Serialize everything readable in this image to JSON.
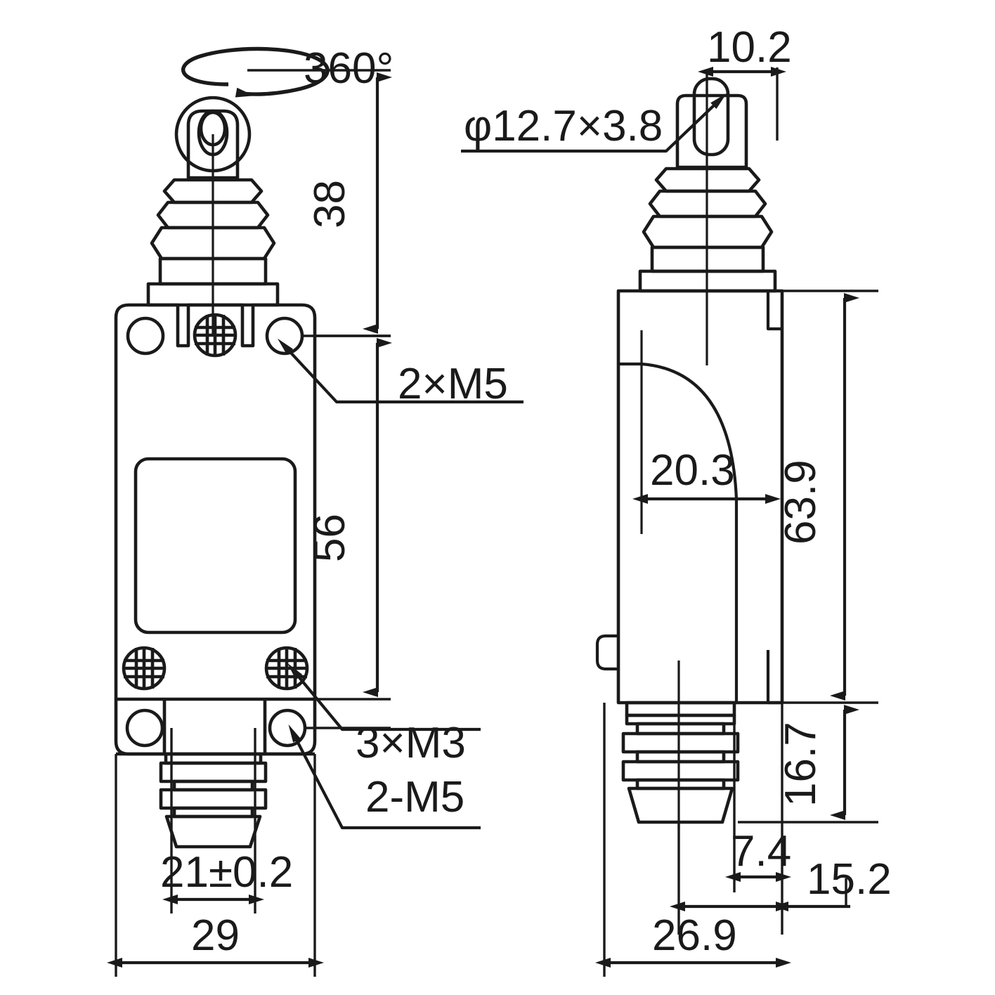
{
  "drawing": {
    "title": "Limit switch outline dimension drawing",
    "units": "mm",
    "line_color": "#1a1a1a",
    "background_color": "#ffffff",
    "views": [
      {
        "name": "front-view",
        "label": ""
      },
      {
        "name": "side-view",
        "label": ""
      }
    ]
  },
  "front_view": {
    "rotation_note": "360°",
    "dims": {
      "head_height": "38",
      "body_height": "56",
      "gland_width": "21±0.2",
      "body_width": "29"
    },
    "callouts": {
      "mount_holes": "2×M5",
      "panel_screws": "3×M3",
      "conduit_thread": "2-M5"
    }
  },
  "side_view": {
    "callouts": {
      "plunger_spec": "φ12.7×3.8"
    },
    "dims": {
      "plunger_offset": "10.2",
      "lever_reach": "20.3",
      "body_height": "63.9",
      "gland_height": "16.7",
      "gland_offset": "7.4",
      "rear_offset": "15.2",
      "depth": "26.9"
    }
  },
  "chart_data": {
    "type": "table",
    "title": "Limit switch dimensions (mm)",
    "categories": [
      "head_height",
      "body_height",
      "gland_width",
      "body_width",
      "plunger_offset",
      "lever_reach",
      "side_body_height",
      "gland_height",
      "gland_offset",
      "rear_offset",
      "depth"
    ],
    "values": [
      38,
      56,
      21,
      29,
      10.2,
      20.3,
      63.9,
      16.7,
      7.4,
      15.2,
      26.9
    ],
    "labels": [
      "38",
      "56",
      "21±0.2",
      "29",
      "10.2",
      "20.3",
      "63.9",
      "16.7",
      "7.4",
      "15.2",
      "26.9"
    ],
    "annotations": [
      "360°",
      "2×M5",
      "3×M3",
      "2-M5",
      "φ12.7×3.8"
    ],
    "xlabel": "",
    "ylabel": ""
  }
}
